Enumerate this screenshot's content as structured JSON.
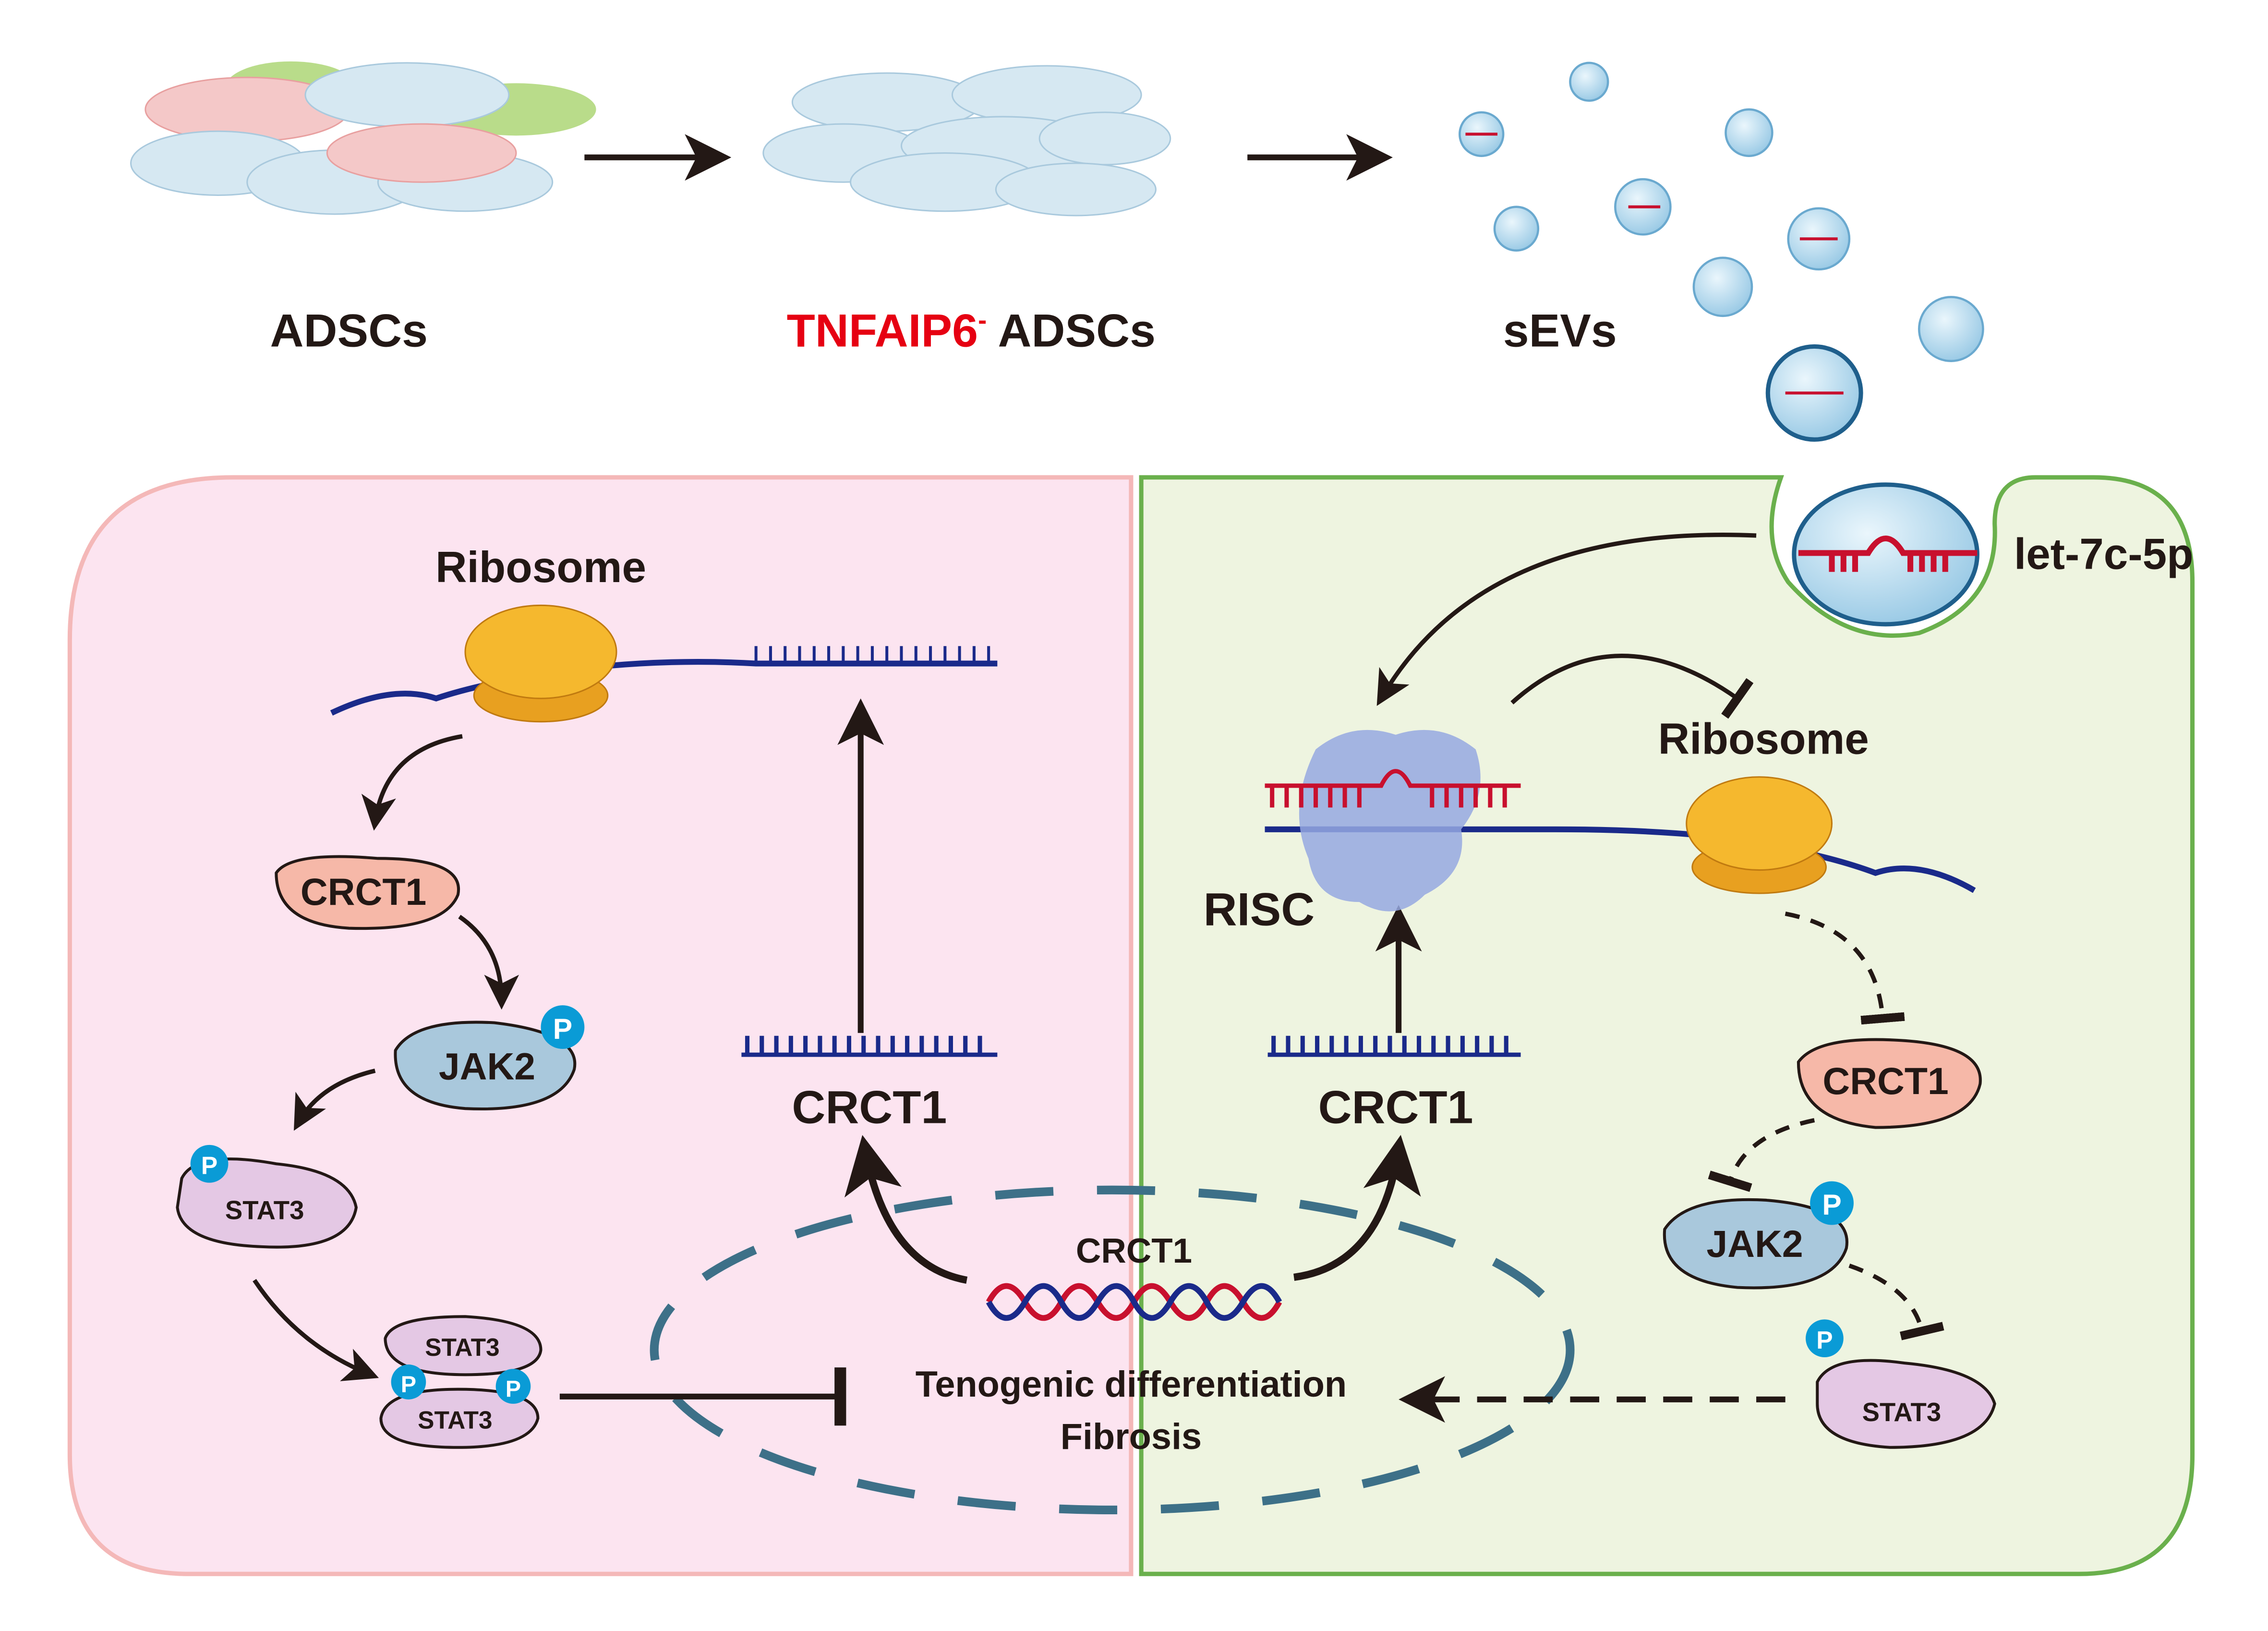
{
  "top_row": {
    "adscs": "ADSCs",
    "tnfaip6_gene": "TNFAIP6",
    "tnfaip6_sup": "-",
    "tnfaip6_adscs": " ADSCs",
    "sevs": "sEVs"
  },
  "left_panel": {
    "ribosome": "Ribosome",
    "crct1_protein": "CRCT1",
    "jak2": "JAK2",
    "stat3": "STAT3",
    "stat3_dimer_top": "STAT3",
    "stat3_dimer_bottom": "STAT3",
    "crct1_mrna": "CRCT1",
    "phospho": "P"
  },
  "nucleus": {
    "crct1_gene": "CRCT1",
    "outcome_1": "Tenogenic  differentiation",
    "outcome_2": "Fibrosis"
  },
  "right_panel": {
    "mirna": "let-7c-5p",
    "ribosome": "Ribosome",
    "risc": "RISC",
    "crct1_mrna": "CRCT1",
    "crct1_protein": "CRCT1",
    "jak2": "JAK2",
    "stat3": "STAT3",
    "phospho": "P"
  },
  "colors": {
    "left_bg": "#fce4f0",
    "right_bg": "#eef4e0",
    "mrna_blue": "#1a2a8a",
    "mirna_red": "#c8102e",
    "gene_label_red": "#e60012",
    "ribosome_yellow": "#f5b82e",
    "phospho_blue": "#0a9bd6",
    "nucleus_dash": "#3d7088"
  }
}
